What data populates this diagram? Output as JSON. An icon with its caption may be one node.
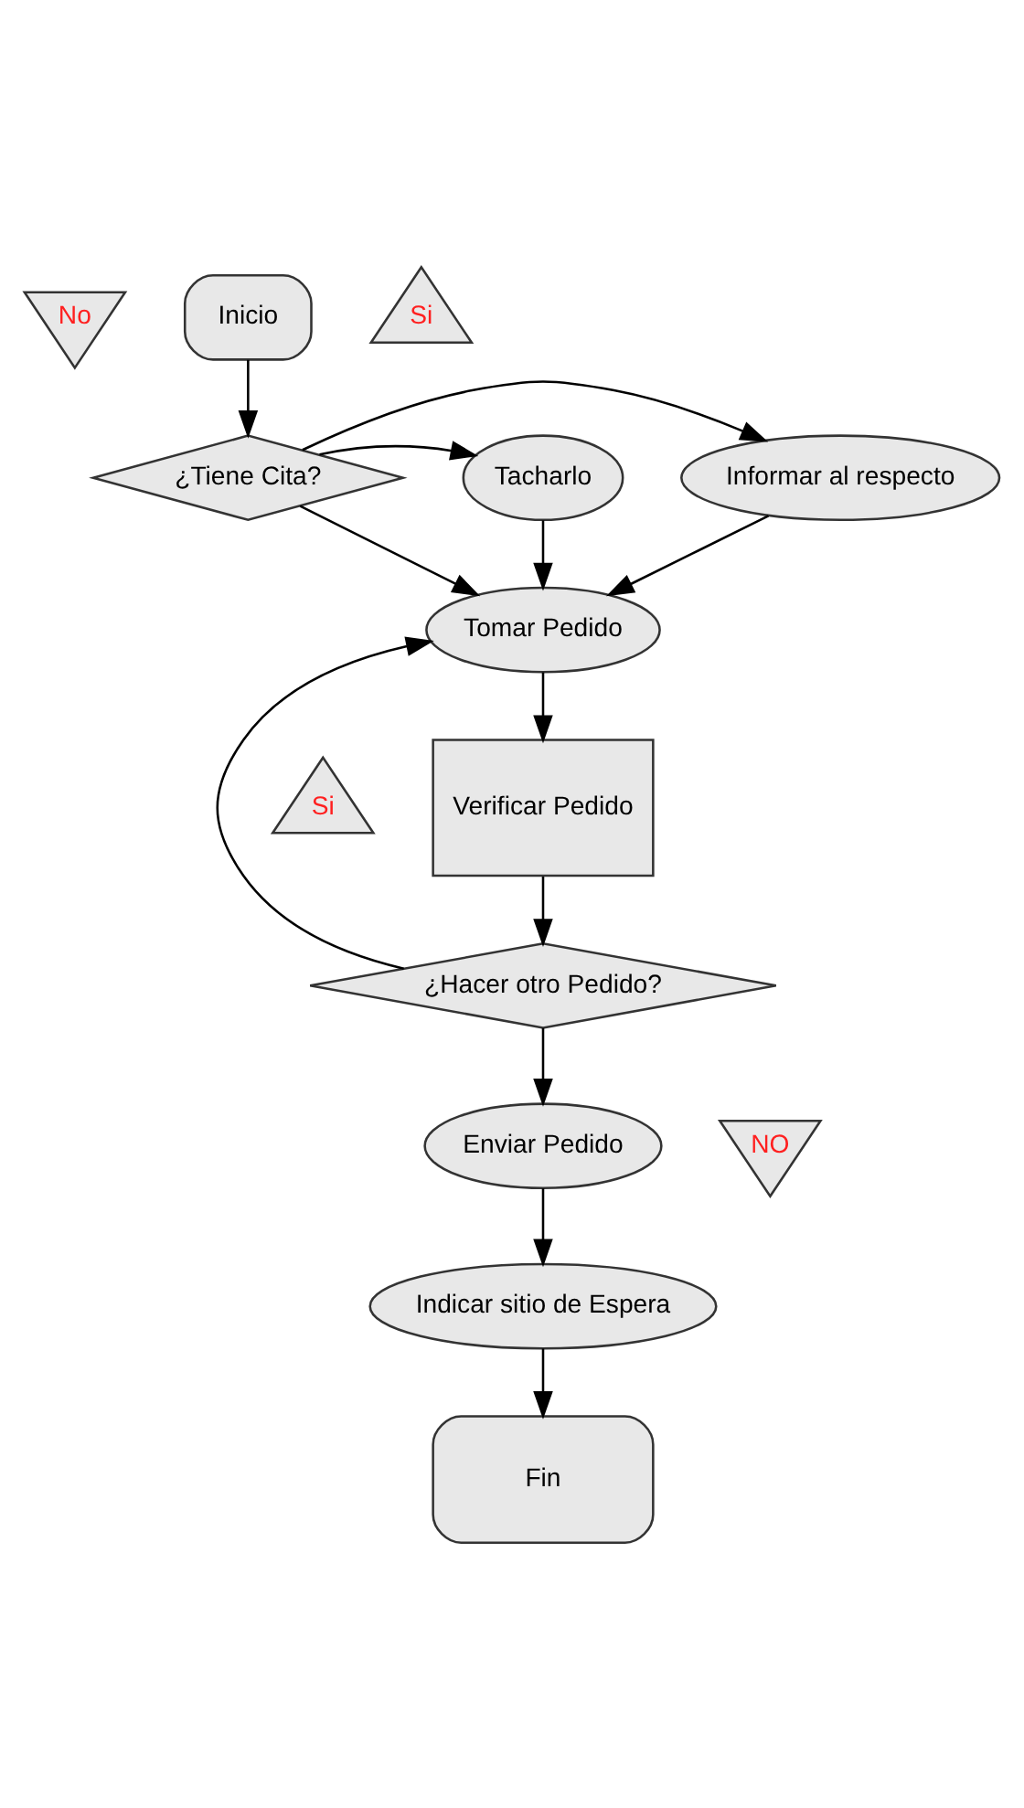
{
  "diagram": {
    "nodes": [
      {
        "text": [
          "Inicio"
        ]
      },
      {
        "text": [
          "¿Tiene Cita?"
        ]
      },
      {
        "text": [
          "Informar al respecto"
        ]
      },
      {
        "text": [
          "Tacharlo"
        ]
      },
      {
        "text": [
          "Tomar Pedido"
        ]
      },
      {
        "text": [
          "Verificar Pedido"
        ]
      },
      {
        "text": [
          "¿Hacer otro Pedido?"
        ]
      },
      {
        "text": [
          "Enviar Pedido"
        ]
      },
      {
        "text": [
          "Indicar sitio de Espera"
        ]
      },
      {
        "text": [
          "Fin"
        ]
      },
      {
        "text": [
          "No"
        ]
      },
      {
        "text": [
          "Si"
        ]
      },
      {
        "text": [
          "Si"
        ]
      },
      {
        "text": [
          "NO"
        ]
      }
    ],
    "edges": [
      {
        "from": 0,
        "to": 1,
        "arrow": "to"
      },
      {
        "from": 1,
        "to": 2,
        "arrow": "to"
      },
      {
        "from": 1,
        "to": 3,
        "arrow": "to"
      },
      {
        "from": 1,
        "to": 4,
        "arrow": "to"
      },
      {
        "from": 2,
        "to": 4,
        "arrow": "to"
      },
      {
        "from": 3,
        "to": 4,
        "arrow": "to"
      },
      {
        "from": 4,
        "to": 5,
        "arrow": "to"
      },
      {
        "from": 5,
        "to": 6,
        "arrow": "to"
      },
      {
        "from": 6,
        "to": 4,
        "arrow": "to"
      },
      {
        "from": 6,
        "to": 7,
        "arrow": "to"
      },
      {
        "from": 7,
        "to": 8,
        "arrow": "to"
      },
      {
        "from": 8,
        "to": 9,
        "arrow": "to"
      }
    ]
  }
}
